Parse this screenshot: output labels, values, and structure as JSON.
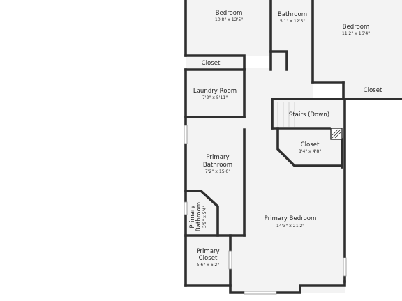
{
  "rooms": {
    "bedroom_1": {
      "name": "Bedroom",
      "dims": "10'8\" x 12'5\""
    },
    "bathroom_top": {
      "name": "Bathroom",
      "dims": "5'1\" x 12'5\""
    },
    "bedroom_2": {
      "name": "Bedroom",
      "dims": "11'2\" x 16'4\""
    },
    "closet_top_left": {
      "name": "Closet"
    },
    "closet_right": {
      "name": "Closet"
    },
    "laundry": {
      "name": "Laundry Room",
      "dims": "7'2\" x 5'11\""
    },
    "stairs": {
      "name": "Stairs (Down)"
    },
    "closet_center": {
      "name": "Closet",
      "dims": "8'4\" x 4'8\""
    },
    "primary_bathroom": {
      "name_line1": "Primary",
      "name_line2": "Bathroom",
      "dims": "7'2\" x 15'0\""
    },
    "primary_bathroom_small": {
      "name_line1": "Primary",
      "name_line2": "Bathroom",
      "dims": "3'9\" x 5'4\""
    },
    "primary_bedroom": {
      "name": "Primary Bedroom",
      "dims": "14'3\" x 21'2\""
    },
    "primary_closet": {
      "name_line1": "Primary",
      "name_line2": "Closet",
      "dims": "5'6\" x 6'2\""
    }
  }
}
